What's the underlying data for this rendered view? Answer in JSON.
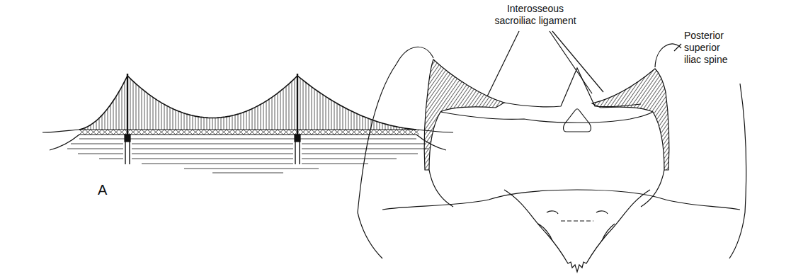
{
  "diagram": {
    "labels": [
      "A",
      "Interosseous sacroiliac ligament",
      "Posterior superior iliac spine"
    ]
  }
}
